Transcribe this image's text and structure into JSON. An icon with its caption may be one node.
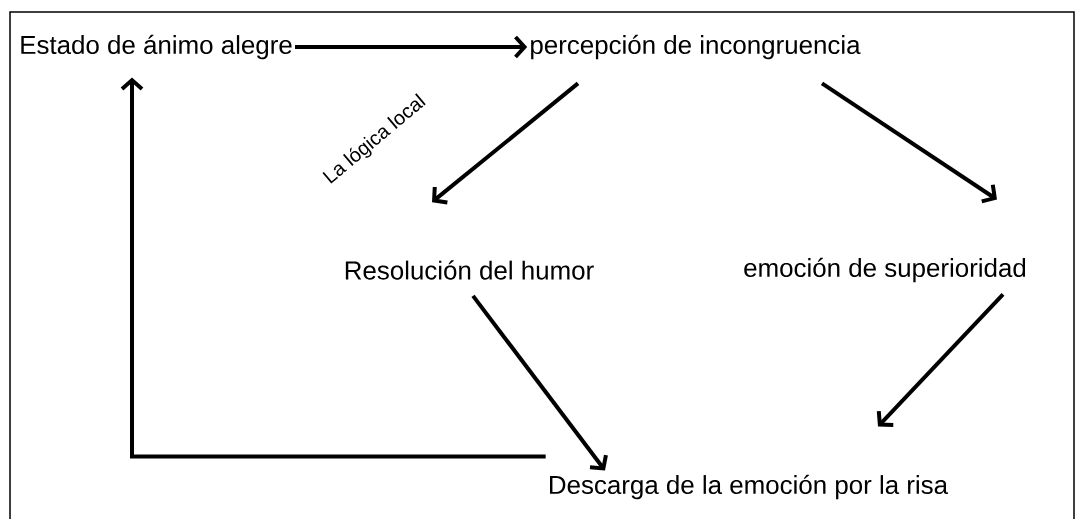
{
  "diagram": {
    "nodes": [
      {
        "text": [
          "Estado de ánimo alegre"
        ]
      },
      {
        "text": [
          "percepción de incongruencia"
        ]
      },
      {
        "text": [
          "Resolución del humor"
        ]
      },
      {
        "text": [
          "emoción de superioridad"
        ]
      },
      {
        "text": [
          "Descarga de la emoción por la risa"
        ]
      }
    ],
    "edges": [
      {
        "from": 0,
        "to": 1,
        "arrow": "to"
      },
      {
        "from": 1,
        "to": 2,
        "arrow": "to",
        "label": "La lógica local"
      },
      {
        "from": 1,
        "to": 3,
        "arrow": "to"
      },
      {
        "from": 2,
        "to": 4,
        "arrow": "to"
      },
      {
        "from": 3,
        "to": 4,
        "arrow": "to"
      },
      {
        "from": 4,
        "to": 0,
        "arrow": "to"
      }
    ]
  }
}
